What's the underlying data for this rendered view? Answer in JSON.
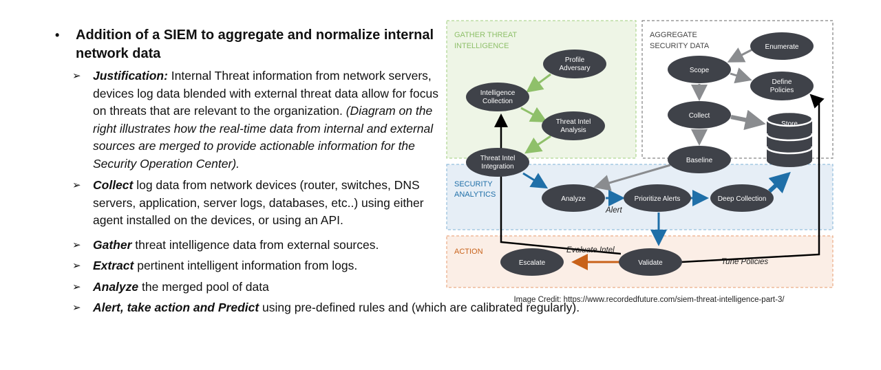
{
  "main_bullet": {
    "symbol": "•",
    "text": "Addition of a SIEM to aggregate and normalize internal network data"
  },
  "sub_bullets": [
    {
      "keyword": "Justification:",
      "text": " Internal Threat information from network servers,  devices log data blended with external threat data allow for focus on threats that are relevant to the organization. ",
      "italic_note": "(Diagram on the right illustrates how the real-time data from internal and external sources are merged to provide actionable information for the Security Operation Center)."
    },
    {
      "keyword": "Collect",
      "text": " log data from network devices (router, switches, DNS servers,  application, server logs, databases, etc..)  using either agent installed on the devices, or using an API."
    },
    {
      "keyword": "Gather",
      "text": " threat intelligence data from external sources."
    },
    {
      "keyword": "Extract",
      "text": " pertinent intelligent information from logs."
    },
    {
      "keyword": "Analyze",
      "text": " the merged pool of data"
    },
    {
      "keyword": "Alert, take action and Predict",
      "text": " using pre-defined  rules and (which are calibrated regularly)."
    }
  ],
  "diagram": {
    "regions": {
      "gather": [
        "GATHER THREAT",
        "INTELLIGENCE"
      ],
      "aggregate": [
        "AGGREGATE",
        "SECURITY DATA"
      ],
      "analytics": [
        "SECURITY",
        "ANALYTICS"
      ],
      "action": [
        "ACTION"
      ]
    },
    "nodes": {
      "profile": [
        "Profile",
        "Adversary"
      ],
      "intel_collection": [
        "Intelligence",
        "Collection"
      ],
      "threat_analysis": [
        "Threat Intel",
        "Analysis"
      ],
      "threat_integration": [
        "Threat Intel",
        "Integration"
      ],
      "enumerate": [
        "Enumerate"
      ],
      "scope": [
        "Scope"
      ],
      "define_policies": [
        "Define",
        "Policies"
      ],
      "collect": [
        "Collect"
      ],
      "store": [
        "Store"
      ],
      "baseline": [
        "Baseline"
      ],
      "analyze": [
        "Analyze"
      ],
      "prioritize": [
        "Prioritize Alerts"
      ],
      "deep_collection": [
        "Deep Collection"
      ],
      "escalate": [
        "Escalate"
      ],
      "validate": [
        "Validate"
      ]
    },
    "edge_labels": {
      "alert": "Alert",
      "evaluate": "Evaluate Intel",
      "tune": "Tune Policies"
    },
    "colors": {
      "node_fill": "#3f4249",
      "green_arrow": "#8fc06a",
      "gray_arrow": "#8a8c8f",
      "blue_arrow": "#1f6fa8",
      "orange_arrow": "#c8621a",
      "black_arrow": "#000000",
      "gather_bg": "#eef5e6",
      "gather_border": "#9fce7c",
      "aggregate_border": "#666666",
      "analytics_bg": "#e6eef6",
      "analytics_border": "#7fb1d6",
      "action_bg": "#fbeee6",
      "action_border": "#e79a6c"
    }
  },
  "credit": "Image Credit: https://www.recordedfuture.com/siem-threat-intelligence-part-3/"
}
